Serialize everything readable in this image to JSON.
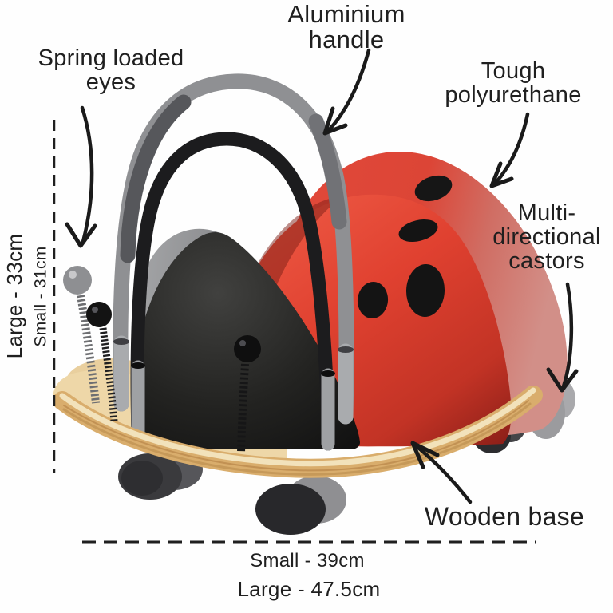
{
  "annotations": {
    "handle_lines": [
      "Aluminium",
      "handle"
    ],
    "eyes_lines": [
      "Spring loaded",
      "eyes"
    ],
    "shell_lines": [
      "Tough",
      "polyurethane"
    ],
    "castors_lines": [
      "Multi-",
      "directional",
      "castors"
    ],
    "base_lines": [
      "Wooden base"
    ]
  },
  "dimensions": {
    "height_large": "Large - 33cm",
    "height_small": "Small - 31cm",
    "length_small": "Small - 39cm",
    "length_large": "Large - 47.5cm"
  },
  "colors": {
    "shell_red": "#dd4636",
    "shell_red_light": "#d28c85",
    "shell_shadow": "#8f2019",
    "head_black": "#1c1c1c",
    "wood": "#dcb274",
    "wood_light": "#eed7a8",
    "handle_gray": "#8f9093",
    "grip_dark": "#56575b",
    "wheel_dark": "#3a3a3d",
    "text": "#1f1f1f"
  }
}
